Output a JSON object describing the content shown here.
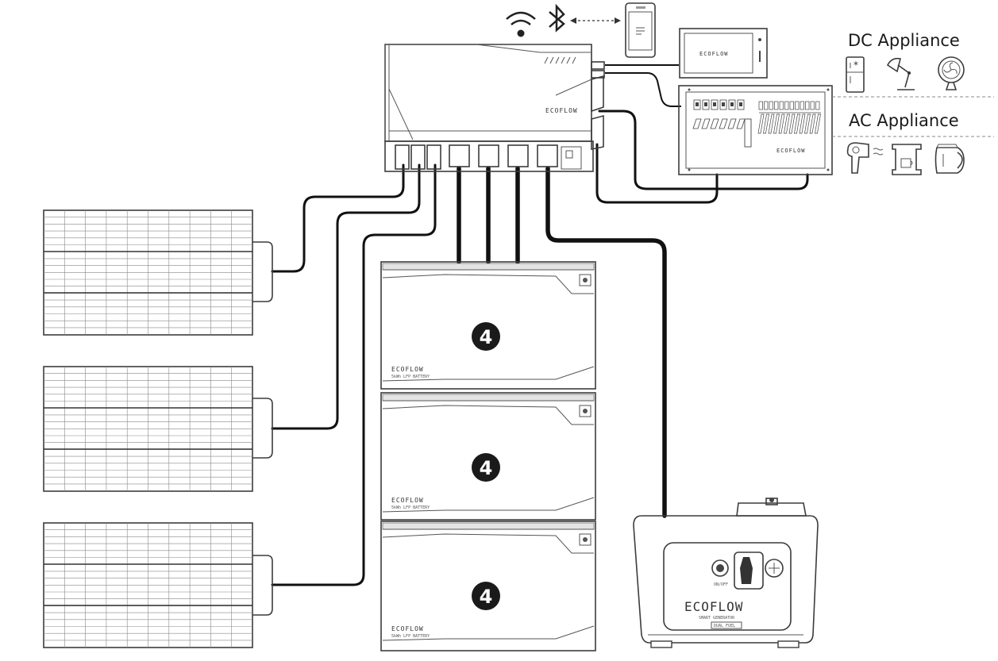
{
  "labels": {
    "dc_appliance": "DC Appliance",
    "ac_appliance": "AC Appliance"
  },
  "brand": {
    "name": "ECOFLOW",
    "battery_model": "5kWh LFP BATTERY",
    "generator_model": "SMART GENERATOR",
    "generator_variant": "DUAL FUEL",
    "generator_button": "ON/OFF"
  },
  "batteries": [
    {
      "badge": "4"
    },
    {
      "badge": "4"
    },
    {
      "badge": "4"
    }
  ],
  "icons": [
    "wifi-icon",
    "bluetooth-icon",
    "smartphone-icon",
    "monitor-icon",
    "refrigerator-icon",
    "lamp-icon",
    "fan-icon",
    "hair-dryer-icon",
    "coffee-maker-icon",
    "kettle-icon"
  ],
  "colors": {
    "line": "#111111",
    "outline": "#3c3c3c",
    "badge": "#1a1a1a"
  }
}
